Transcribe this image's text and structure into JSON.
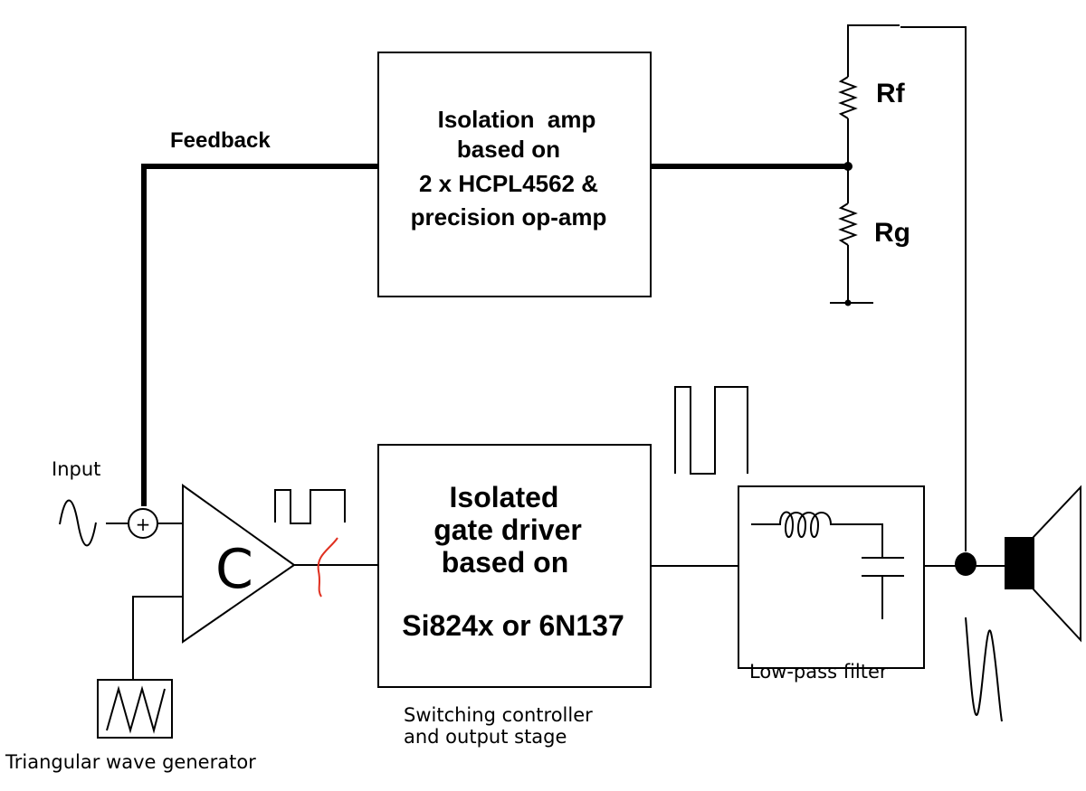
{
  "labels": {
    "feedback": "Feedback",
    "input": "Input",
    "comparator_symbol": "C",
    "sum_symbol": "+",
    "rf": "Rf",
    "rg": "Rg",
    "triangular_generator": "Triangular wave generator",
    "low_pass_filter": "Low-pass filter",
    "switching_line1": "Switching controller",
    "switching_line2": "and output stage"
  },
  "isolation_amp": {
    "line1": "Isolation  amp",
    "line2": "based on",
    "line3": "2 x HCPL4562 &",
    "line4": "precision op-amp"
  },
  "gate_driver": {
    "line1": "Isolated",
    "line2": "gate driver",
    "line3": "based on",
    "line4": "Si824x or 6N137"
  },
  "colors": {
    "line": "#000000",
    "isolation_mark": "#e03020"
  }
}
